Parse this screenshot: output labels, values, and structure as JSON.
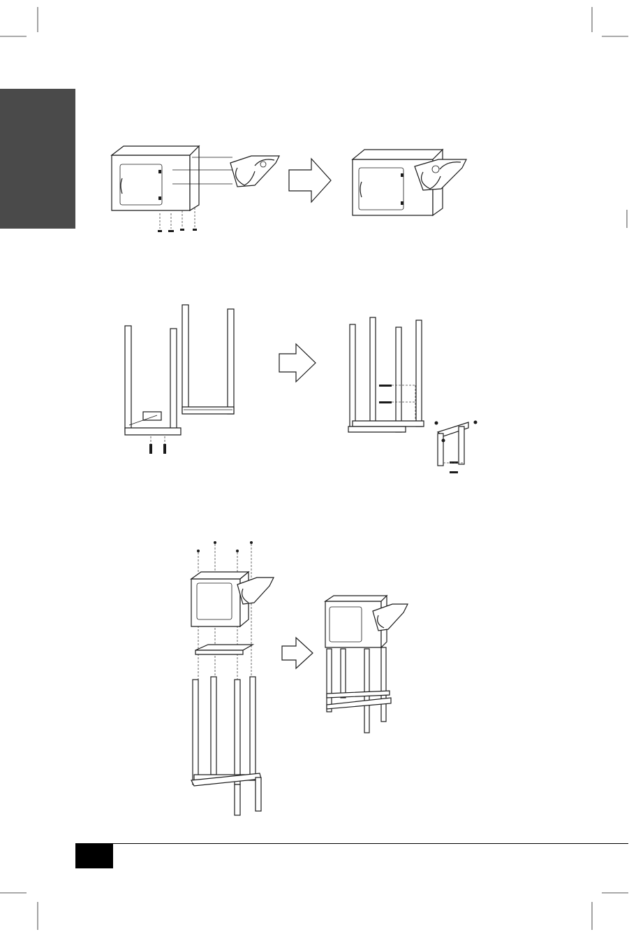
{
  "page": {
    "section_tab_color": "#4a4a4a",
    "footer_box_color": "#000000",
    "footer_rule_color": "#000000",
    "page_number_text": ""
  },
  "steps": [
    {
      "name": "step-attach-handle",
      "arrow": "right-arrow-icon"
    },
    {
      "name": "step-assemble-stand",
      "arrow": "right-arrow-icon"
    },
    {
      "name": "step-mount-cabinet",
      "arrow": "right-arrow-icon"
    }
  ]
}
